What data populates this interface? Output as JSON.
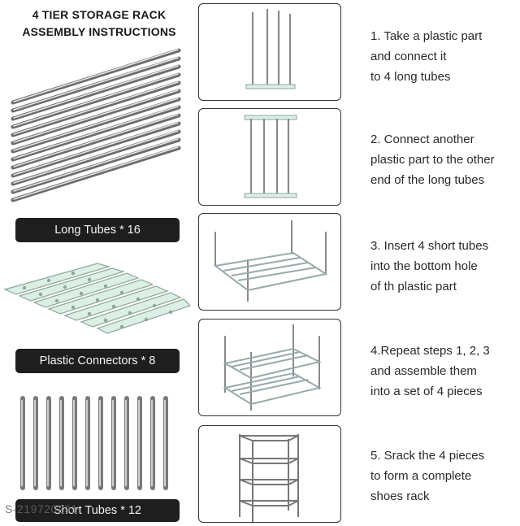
{
  "title": {
    "line1": "4 TIER STORAGE RACK",
    "line2": "ASSEMBLY INSTRUCTIONS"
  },
  "parts": [
    {
      "label": "Long Tubes * 16",
      "icon": "long-tubes-icon"
    },
    {
      "label": "Plastic Connectors * 8",
      "icon": "plastic-connectors-icon"
    },
    {
      "label": "Short Tubes * 12",
      "icon": "short-tubes-icon"
    }
  ],
  "watermark": "S-219720291",
  "steps": [
    {
      "lines": [
        "1. Take a plastic part",
        "and connect it",
        "to 4 long tubes"
      ]
    },
    {
      "lines": [
        "2. Connect another",
        "plastic part to the other",
        "end of the long tubes"
      ]
    },
    {
      "lines": [
        "3. Insert 4 short tubes",
        "into the bottom hole",
        "of th plastic part"
      ]
    },
    {
      "lines": [
        "4.Repeat steps 1, 2, 3",
        "and assemble them",
        "into a set of 4 pieces"
      ]
    },
    {
      "lines": [
        "5. Srack the 4 pieces",
        "to form a complete",
        "shoes rack"
      ]
    }
  ],
  "colors": {
    "pill_bg": "#1e1e1e",
    "pill_text": "#f2f2f2",
    "tube": "#a9a9a9",
    "connector": "#dcefe6"
  }
}
